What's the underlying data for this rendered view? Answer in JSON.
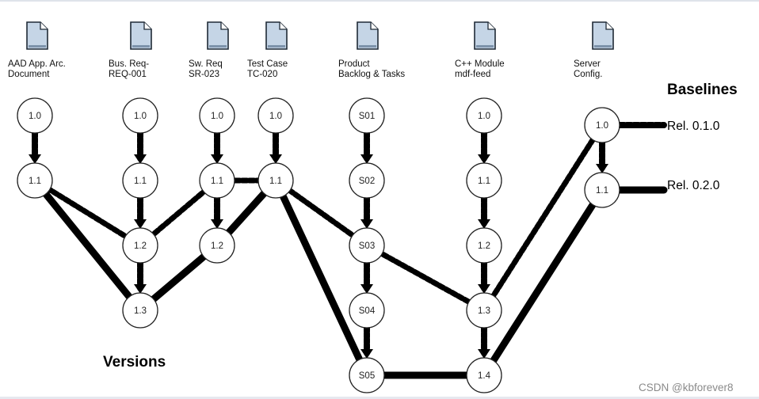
{
  "documents": [
    {
      "id": "aad",
      "lines": [
        "AAD App. Arc.",
        "Document"
      ]
    },
    {
      "id": "bus",
      "lines": [
        "Bus. Req-",
        "REQ-001"
      ]
    },
    {
      "id": "sw",
      "lines": [
        "Sw. Req",
        "SR-023"
      ]
    },
    {
      "id": "tc",
      "lines": [
        "Test Case",
        "TC-020"
      ]
    },
    {
      "id": "pb",
      "lines": [
        "Product",
        "Backlog & Tasks"
      ]
    },
    {
      "id": "cpp",
      "lines": [
        "C++ Module",
        "mdf-feed"
      ]
    },
    {
      "id": "srv",
      "lines": [
        "Server",
        "Config."
      ]
    }
  ],
  "nodes": [
    {
      "id": "aad_10",
      "label": "1.0"
    },
    {
      "id": "aad_11",
      "label": "1.1"
    },
    {
      "id": "bus_10",
      "label": "1.0"
    },
    {
      "id": "bus_11",
      "label": "1.1"
    },
    {
      "id": "bus_12",
      "label": "1.2"
    },
    {
      "id": "bus_13",
      "label": "1.3"
    },
    {
      "id": "sw_10",
      "label": "1.0"
    },
    {
      "id": "sw_11",
      "label": "1.1"
    },
    {
      "id": "sw_12",
      "label": "1.2"
    },
    {
      "id": "tc_10",
      "label": "1.0"
    },
    {
      "id": "tc_11",
      "label": "1.1"
    },
    {
      "id": "pb_s01",
      "label": "S01"
    },
    {
      "id": "pb_s02",
      "label": "S02"
    },
    {
      "id": "pb_s03",
      "label": "S03"
    },
    {
      "id": "pb_s04",
      "label": "S04"
    },
    {
      "id": "pb_s05",
      "label": "S05"
    },
    {
      "id": "cpp_10",
      "label": "1.0"
    },
    {
      "id": "cpp_11",
      "label": "1.1"
    },
    {
      "id": "cpp_12",
      "label": "1.2"
    },
    {
      "id": "cpp_13",
      "label": "1.3"
    },
    {
      "id": "cpp_14",
      "label": "1.4"
    },
    {
      "id": "srv_10",
      "label": "1.0"
    },
    {
      "id": "srv_11",
      "label": "1.1"
    }
  ],
  "version_arrows": [
    [
      "aad_10",
      "aad_11"
    ],
    [
      "bus_10",
      "bus_11"
    ],
    [
      "bus_11",
      "bus_12"
    ],
    [
      "bus_12",
      "bus_13"
    ],
    [
      "sw_10",
      "sw_11"
    ],
    [
      "sw_11",
      "sw_12"
    ],
    [
      "tc_10",
      "tc_11"
    ],
    [
      "pb_s01",
      "pb_s02"
    ],
    [
      "pb_s02",
      "pb_s03"
    ],
    [
      "pb_s03",
      "pb_s04"
    ],
    [
      "pb_s04",
      "pb_s05"
    ],
    [
      "cpp_10",
      "cpp_11"
    ],
    [
      "cpp_11",
      "cpp_12"
    ],
    [
      "cpp_12",
      "cpp_13"
    ],
    [
      "cpp_13",
      "cpp_14"
    ],
    [
      "srv_10",
      "srv_11"
    ]
  ],
  "baseline_010": [
    "aad_11",
    "bus_12",
    "sw_11",
    "tc_11",
    "pb_s03",
    "cpp_13",
    "srv_10"
  ],
  "baseline_020": [
    "aad_11",
    "bus_13",
    "sw_12",
    "tc_11",
    "pb_s05",
    "cpp_14",
    "srv_11"
  ],
  "labels": {
    "baselines": "Baselines",
    "versions": "Versions",
    "rel_010": "Rel. 0.1.0",
    "rel_020": "Rel. 0.2.0",
    "watermark": "CSDN @kbforever8"
  },
  "colors": {
    "ink": "#000000",
    "node_fill": "#ffffff",
    "doc_fill": "#c5d5e6",
    "doc_shade": "#7d93ab"
  }
}
